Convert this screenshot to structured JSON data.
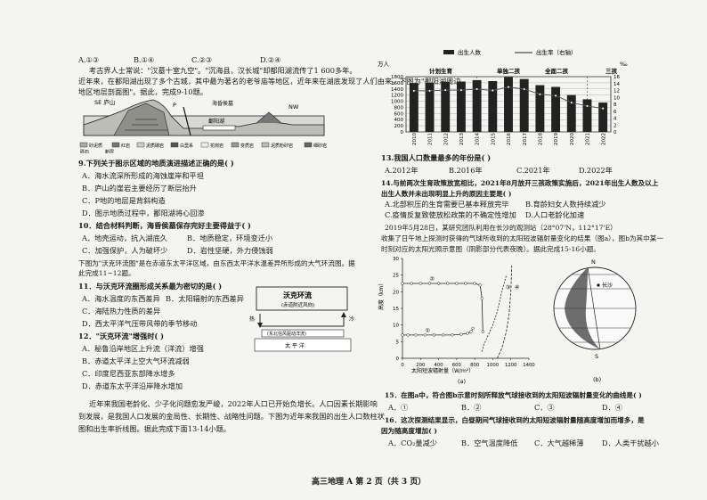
{
  "left": {
    "opts_q8": [
      "A.①③",
      "B.①④",
      "C.②③",
      "D.②④"
    ],
    "passage_9_10": [
      "考古界人士常说：\"汉墓十室九空\"。\"沉海县，汉长城\"却都阳湖流传了1 600多年。",
      "近年来，在鄱阳湖出现了多个古城，其中最为著名的老爷庙等地区，近年来在湖底发现了人们由来。下图为\"鄱阳湖周边",
      "地区地层剖面图\"。据此，完成9-10题。"
    ],
    "figure_profile": {
      "labels": {
        "se": "SE 庐山",
        "p": "P",
        "lake": "鄱阳湖",
        "hai": "海昏侯墓",
        "nw": "NW",
        "fault": "断层"
      },
      "legend": [
        "砂泥质",
        "红岩",
        "泥质碳岩",
        "白垩系",
        "花岗岩",
        "变质岩",
        "泥质粉砂岩",
        "细砂岩",
        "砾石",
        "断层"
      ]
    },
    "q9": "9.下列关于图示区域的地质演进描述正确的是(     )",
    "q9_opts": [
      "A．海水流深所形成的海蚀崖岸和平坦",
      "B．庐山的崖岩主要经历了断层抬升",
      "C．P地的地层是背斜构造",
      "D．图示地质过程中，鄱阳湖将心回渗"
    ],
    "q10": "10．结合材料判断，海昏侯墓保存完好主要得益于(     )",
    "q10_opts": [
      "A．地壳运动，抗入湖底久",
      "B．地质稳定，环境变迁小",
      "C．加强保护，人为破坏少",
      "D．岩性坚硬，外力侵蚀弱"
    ],
    "passage_11_12": "下图为\"沃克环流图\"是在赤道东太平洋区域，由东西太平洋水温差异所形成的大气环流图。据此完成11~12题。",
    "q11": "11．与沃克环流圈形成关系最为密切的是(     )",
    "q11_opts": [
      "A．海水温度的东西差异",
      "B．太阳辐射的东西差异",
      "C．海陆热力性质的差异",
      "D．西太平洋气压带风带的季节移动"
    ],
    "q12": "12．\"沃克环流\"增强时(     )",
    "q12_opts": [
      "A．秘鲁沿岸地区上升流（洋流）增强",
      "B．赤道太平洋上空大气环流减弱",
      "C．印度尼西亚东部降水增多",
      "D．赤道东太平洋沿岸降水增加"
    ],
    "walker": {
      "title": "沃克环流",
      "sub": "(赤道附近风向)",
      "cold": "冷",
      "hot": "热",
      "ocean": "太  平  洋",
      "current": "(东北信风驱动洋流)"
    },
    "passage_13_14": [
      "近年来我国老龄化、少子化问题愈发严峻，2022年人口已开始负增长。人口因素长期影响",
      "到发展，是我国人口发展的金局性、长期性、战略性问题。下图为近年来我国的出生人口数柱状",
      "图和出生率折线图。据此完成下面13-14小题。"
    ]
  },
  "right": {
    "chart_top": {
      "legend_births": "出生人数",
      "legend_rate": "出生率（右轴）",
      "y_left_unit": "万人",
      "y_right_unit": "‰",
      "policy_labels": [
        "计划生育",
        "单独二孩",
        "全面二孩",
        "三孩"
      ]
    },
    "q13": "13.我国人口数量最多的年份是(     )",
    "q13_opts": [
      "A.2012年",
      "B.2016年",
      "C.2021年",
      "D.2022年"
    ],
    "q14": [
      "14.与前两次生育政策放宽相比，2021年8月放开三孩政策实施后，2021年出生人数及以上",
      "出生人数并未出现明显上升的原因主要是(     )"
    ],
    "q14_opts": [
      "A.北部积压的生育需要已基本释放完毕",
      "B.育龄妇女人数持续减少",
      "C.疫情反复致使放松政策的不确定性增加",
      "D.人口老龄化加速"
    ],
    "passage_15_16": [
      "2019年5月28日，某研究团队利用在长沙的观测站（28°07'N，112°17'E）",
      "收集了日午地上探测时获得的气球所收到的太阳短波辐射量变化的结果（图a），图b为其中某一",
      "时刻对应的太阳光照示意图（阴影部分代表夜晚）。据此完成15-16小题。"
    ],
    "chart_a": {
      "ylabel": "高度（km）",
      "xlabel": "太阳短波辐射量（W/m²）",
      "caption": "(a)",
      "curve_labels": [
        "①",
        "②",
        "③",
        "④"
      ]
    },
    "figure_b": {
      "n": "N",
      "s": "S",
      "city": "长沙",
      "caption": "(b)"
    },
    "q15": "15．在图a中，符合图b示意时刻所释放气球接收到的太阳短波辐射量变化的曲线是(     )",
    "q15_opts": [
      "A．①",
      "B．②",
      "C．③",
      "D．④"
    ],
    "q16": [
      "16．这次探测结果显示，白昼期间气球接收到的太阳短波辐射量随高度增加而增多，是",
      "因为随高度增加(     )"
    ],
    "q16_opts": [
      "A．CO₂量减少",
      "B．空气温度降低",
      "C．大气越稀薄",
      "D．人类干扰越小"
    ]
  },
  "footer": "高三地理 A 第 2 页（共 3 页）",
  "chart_data": [
    {
      "type": "bar",
      "title": "",
      "categories": [
        "2010",
        "2011",
        "2012",
        "2013",
        "2014",
        "2015",
        "2016",
        "2017",
        "2018",
        "2019",
        "2020",
        "2021",
        "2022"
      ],
      "series": [
        {
          "name": "出生人数",
          "axis": "left",
          "values": [
            1592,
            1604,
            1635,
            1640,
            1687,
            1655,
            1786,
            1723,
            1523,
            1465,
            1202,
            1062,
            956
          ]
        },
        {
          "name": "出生率（右轴）",
          "axis": "right",
          "type": "line",
          "values": [
            11.9,
            11.9,
            12.1,
            12.1,
            12.4,
            12.0,
            13.0,
            12.4,
            10.9,
            10.5,
            8.5,
            7.5,
            6.8
          ]
        }
      ],
      "ylim_left": [
        0,
        1800
      ],
      "yticks_left": [
        0,
        200,
        400,
        600,
        800,
        1000,
        1200,
        1400,
        1600,
        1800
      ],
      "ylim_right": [
        0,
        16
      ],
      "yticks_right": [
        0,
        2,
        4,
        6,
        8,
        10,
        12,
        14,
        16
      ]
    },
    {
      "type": "line",
      "xlabel": "太阳短波辐射量（W/m²）",
      "ylabel": "高度（km）",
      "xlim": [
        0,
        1400
      ],
      "ylim": [
        0,
        30
      ],
      "xticks": [
        0,
        200,
        400,
        600,
        800,
        1000,
        1200,
        1400
      ],
      "yticks": [
        0,
        5,
        10,
        15,
        20,
        25,
        30
      ],
      "series": [
        {
          "name": "①",
          "x": [
            0,
            60,
            150,
            250,
            350,
            450,
            550,
            650,
            720,
            760,
            780
          ],
          "y": [
            7,
            7,
            7,
            7,
            7,
            7,
            7,
            7.2,
            7.5,
            8,
            9
          ]
        },
        {
          "name": "②",
          "x": [
            0,
            100,
            200,
            300,
            400,
            500,
            600,
            700,
            800,
            860,
            880,
            890
          ],
          "y": [
            22.5,
            22.5,
            22.5,
            22.5,
            22.5,
            22.5,
            22.5,
            22.5,
            22.5,
            22,
            18,
            8
          ]
        },
        {
          "name": "③",
          "x": [
            880,
            900,
            950,
            1000,
            1050,
            1100,
            1150
          ],
          "y": [
            2,
            4,
            7,
            10,
            14,
            20,
            25
          ]
        },
        {
          "name": "④",
          "x": [
            1050,
            1100,
            1150,
            1180,
            1200,
            1210
          ],
          "y": [
            0,
            3,
            8,
            13,
            20,
            28
          ]
        }
      ]
    }
  ]
}
